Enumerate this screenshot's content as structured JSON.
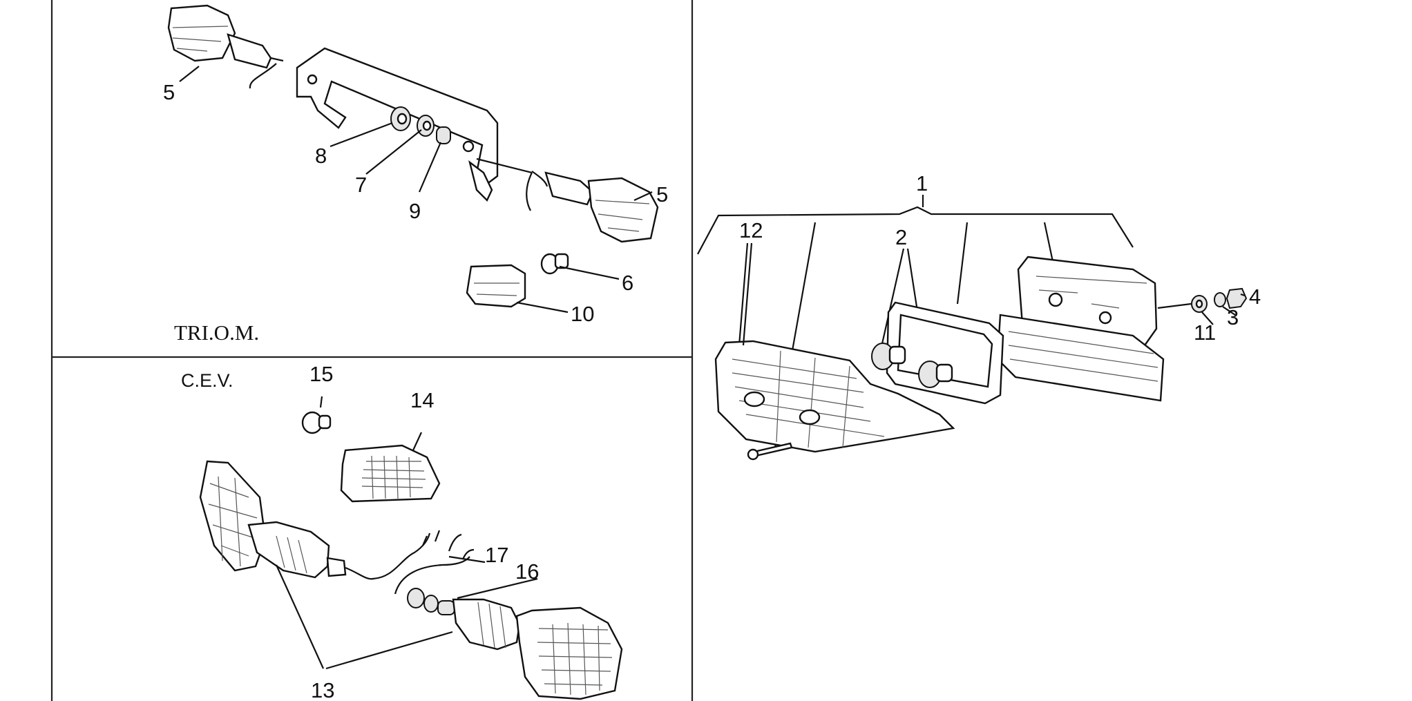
{
  "sections": {
    "triom": "TRI.O.M.",
    "cev": "C.E.V."
  },
  "callouts": {
    "c1": "1",
    "c2": "2",
    "c3": "3",
    "c4": "4",
    "c5a": "5",
    "c5b": "5",
    "c6": "6",
    "c7": "7",
    "c8": "8",
    "c9": "9",
    "c10": "10",
    "c11": "11",
    "c12": "12",
    "c13": "13",
    "c14": "14",
    "c15": "15",
    "c16": "16",
    "c17": "17"
  }
}
